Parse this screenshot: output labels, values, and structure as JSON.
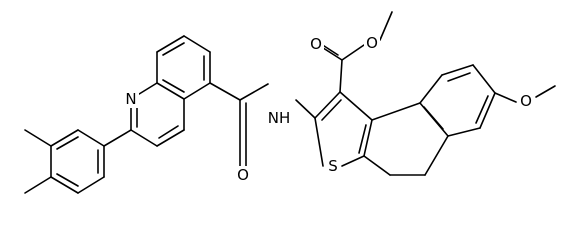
{
  "molecule": {
    "atom_labels": {
      "quinoline_n": "N",
      "amide_nh": "NH",
      "amide_o": "O",
      "ester_carbonyl_o": "O",
      "ester_ether_o": "O",
      "methoxy_o": "O",
      "thiophene_s": "S"
    },
    "colors": {
      "bond": "#000000",
      "label": "#000000",
      "background": "#ffffff"
    }
  }
}
